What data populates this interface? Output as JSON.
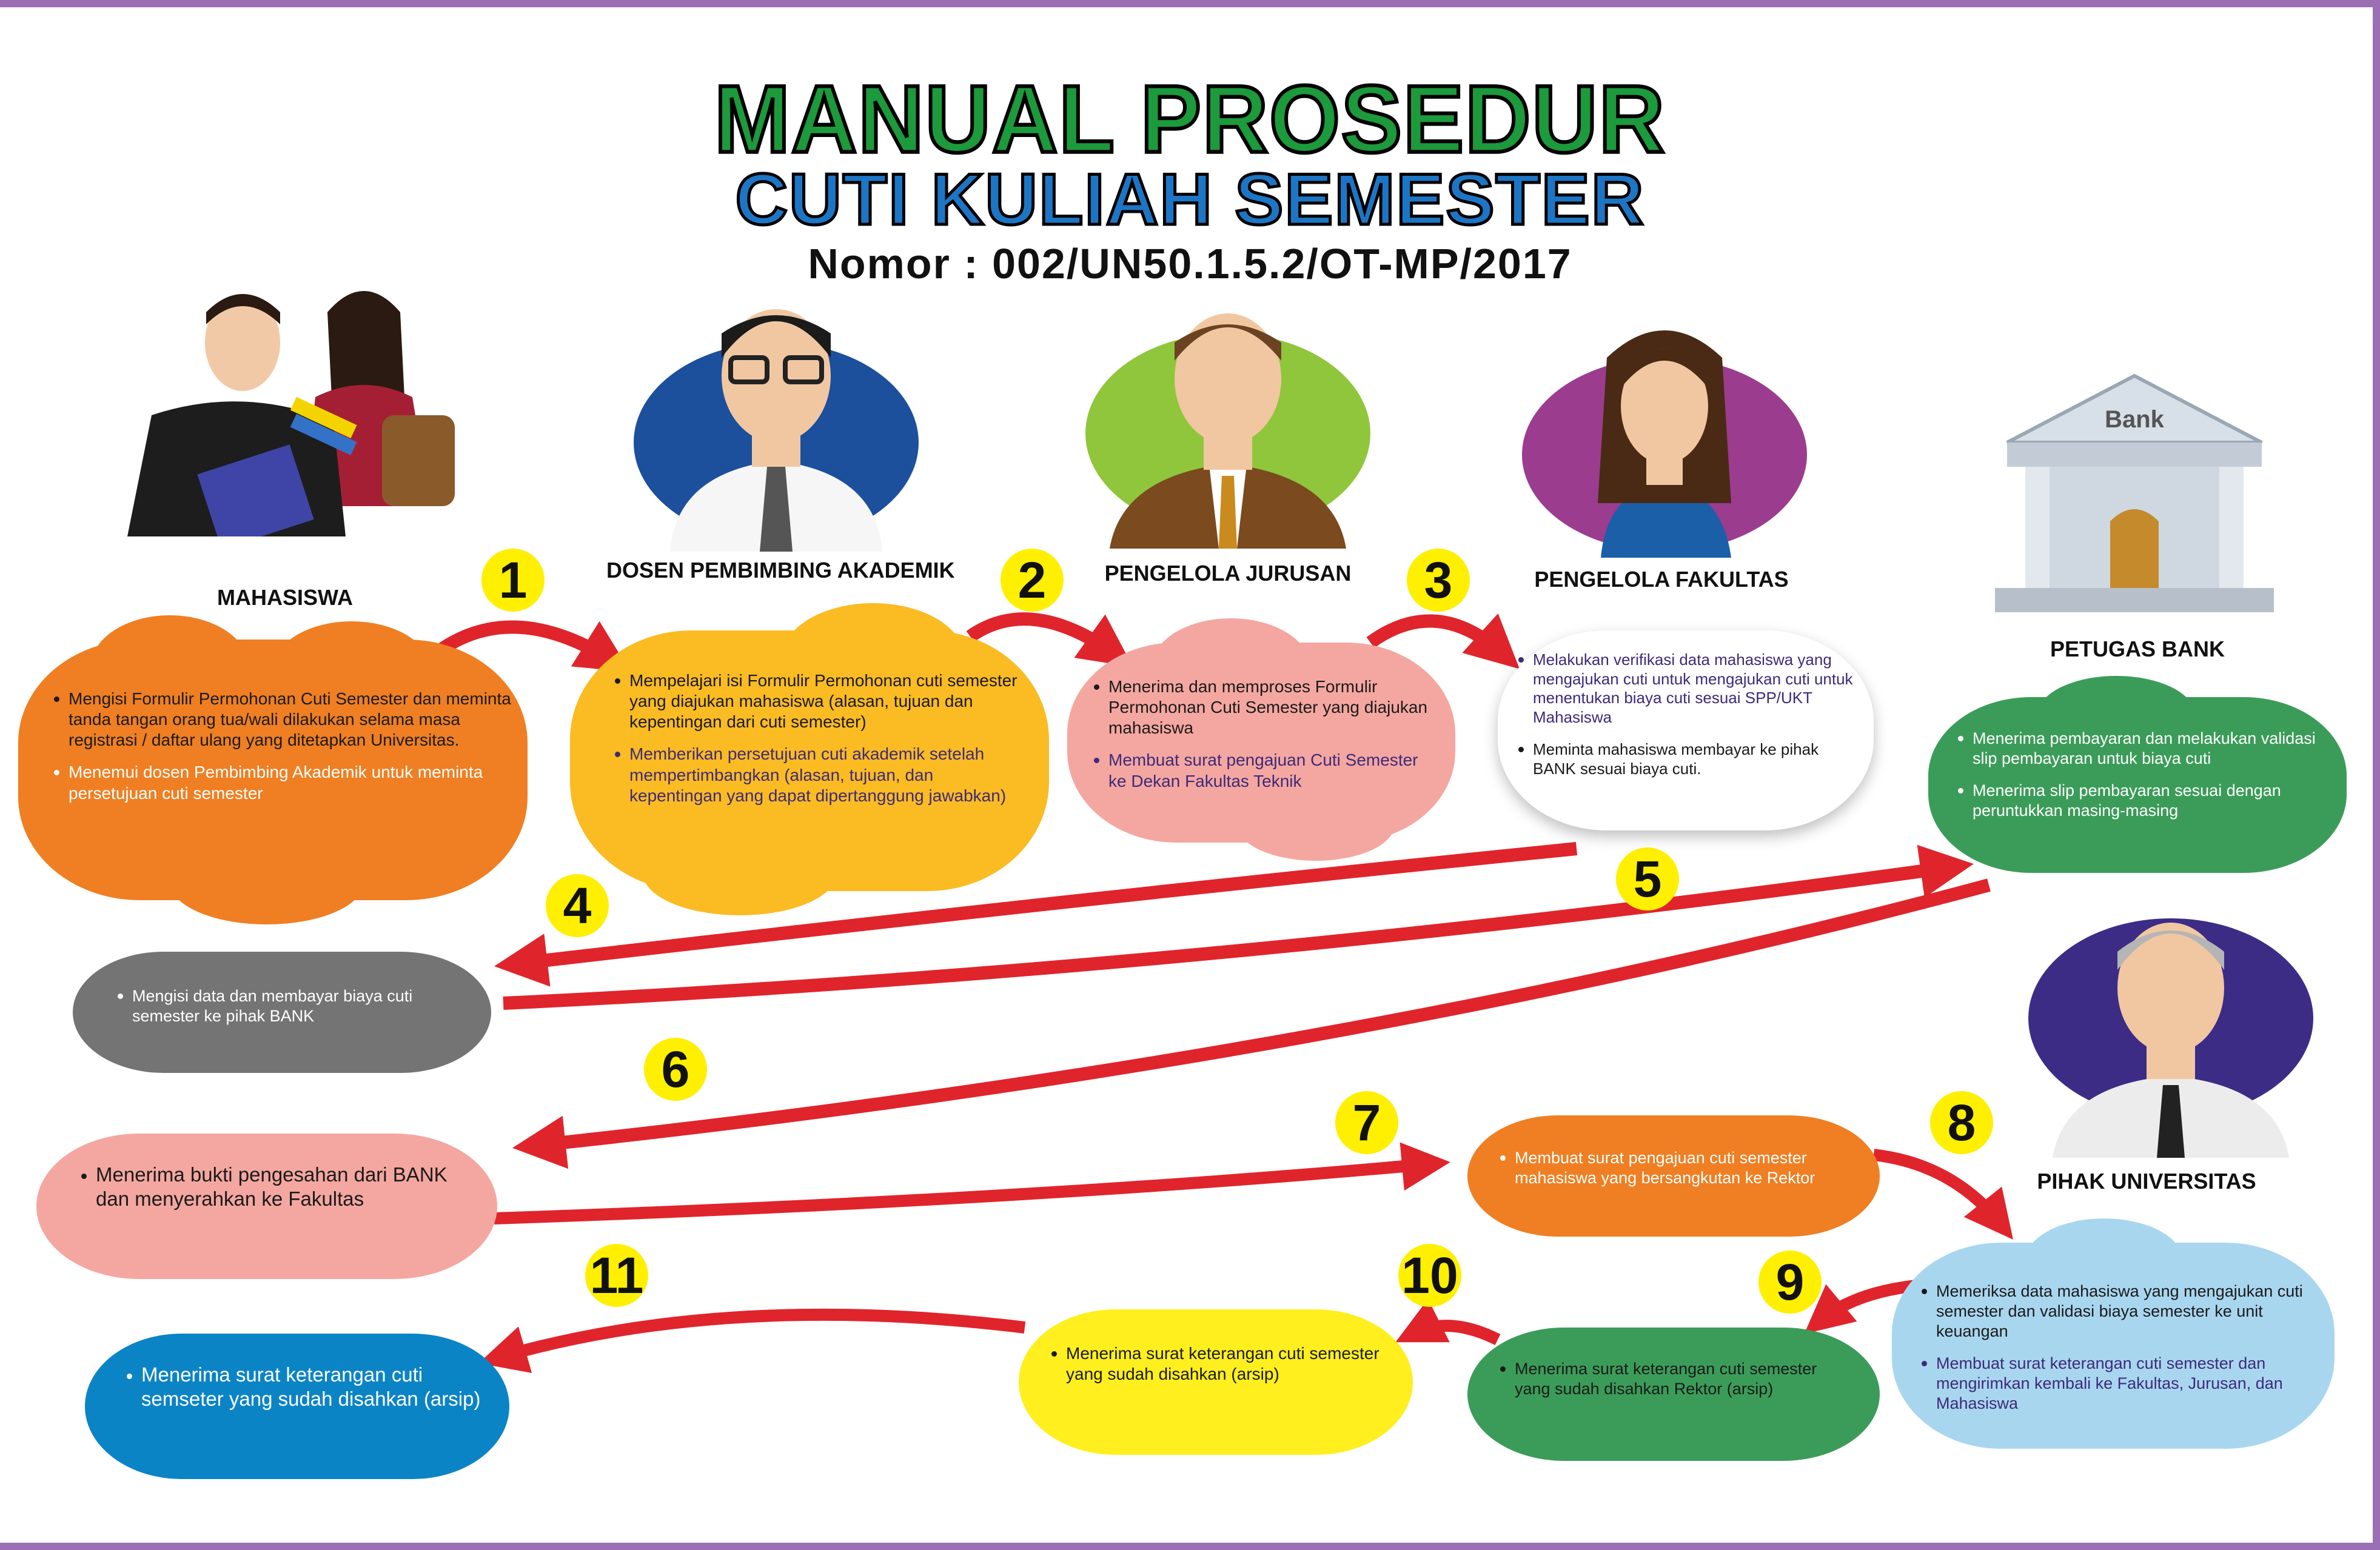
{
  "title": {
    "line1": "MANUAL PROSEDUR",
    "line2": "CUTI KULIAH SEMESTER",
    "line3": "Nomor : 002/UN50.1.5.2/OT-MP/2017"
  },
  "roles": {
    "mahasiswa": "MAHASISWA",
    "dosen": "DOSEN PEMBIMBING AKADEMIK",
    "jurusan": "PENGELOLA JURUSAN",
    "fakultas": "PENGELOLA FAKULTAS",
    "bank": "PETUGAS BANK",
    "universitas": "PIHAK UNIVERSITAS",
    "bank_sign": "Bank"
  },
  "steps": [
    "1",
    "2",
    "3",
    "4",
    "5",
    "6",
    "7",
    "8",
    "9",
    "10",
    "11"
  ],
  "clouds": {
    "c0": [
      "Mengisi Formulir Permohonan Cuti Semester dan meminta tanda tangan orang tua/wali dilakukan selama masa registrasi / daftar ulang yang ditetapkan Universitas.",
      "Menemui dosen Pembimbing Akademik untuk meminta persetujuan cuti semester"
    ],
    "c1": [
      "Mempelajari isi Formulir Permohonan cuti semester yang diajukan mahasiswa (alasan, tujuan dan kepentingan dari cuti semester)",
      "Memberikan persetujuan cuti akademik setelah mempertimbangkan (alasan, tujuan, dan kepentingan yang dapat dipertanggung jawabkan)"
    ],
    "c2": [
      "Menerima dan memproses Formulir Permohonan Cuti Semester yang diajukan mahasiswa",
      "Membuat surat pengajuan Cuti Semester ke Dekan Fakultas Teknik"
    ],
    "c3": [
      "Melakukan verifikasi data mahasiswa yang mengajukan cuti untuk mengajukan cuti untuk menentukan biaya cuti sesuai SPP/UKT Mahasiswa",
      "Meminta mahasiswa membayar ke pihak BANK sesuai biaya cuti."
    ],
    "c4": [
      "Menerima pembayaran dan melakukan validasi slip pembayaran untuk biaya cuti",
      "Menerima slip pembayaran sesuai dengan peruntukkan masing-masing"
    ],
    "c5": [
      "Mengisi data dan membayar biaya cuti semester ke pihak BANK"
    ],
    "c6": [
      "Menerima bukti pengesahan dari BANK dan menyerahkan ke Fakultas"
    ],
    "c7": [
      "Membuat surat pengajuan cuti semester mahasiswa yang bersangkutan ke Rektor"
    ],
    "c8": [
      "Memeriksa data mahasiswa yang mengajukan cuti semester dan validasi biaya semester ke unit keuangan",
      "Membuat surat keterangan cuti semester dan mengirimkan kembali ke Fakultas, Jurusan, dan Mahasiswa"
    ],
    "c9": [
      "Menerima surat keterangan cuti semester yang sudah disahkan Rektor (arsip)"
    ],
    "c10": [
      "Menerima surat keterangan cuti semester yang sudah disahkan (arsip)"
    ],
    "c11": [
      "Menerima surat keterangan cuti semseter yang sudah disahkan (arsip)"
    ]
  },
  "colors": {
    "orange": "#ef7f22",
    "amber": "#fbbb22",
    "pink": "#f4a7a0",
    "white": "#ffffff",
    "green": "#3b9c59",
    "grey": "#747474",
    "yellow": "#ffef1e",
    "lightblue": "#a9d6ef",
    "blue": "#0b84c6",
    "arrow": "#e0242b",
    "purple_text": "#3d2a7a"
  },
  "icons": [
    "students-icon",
    "lecturer-icon",
    "manager-icon",
    "female-staff-icon",
    "bank-building-icon",
    "senior-official-icon"
  ]
}
